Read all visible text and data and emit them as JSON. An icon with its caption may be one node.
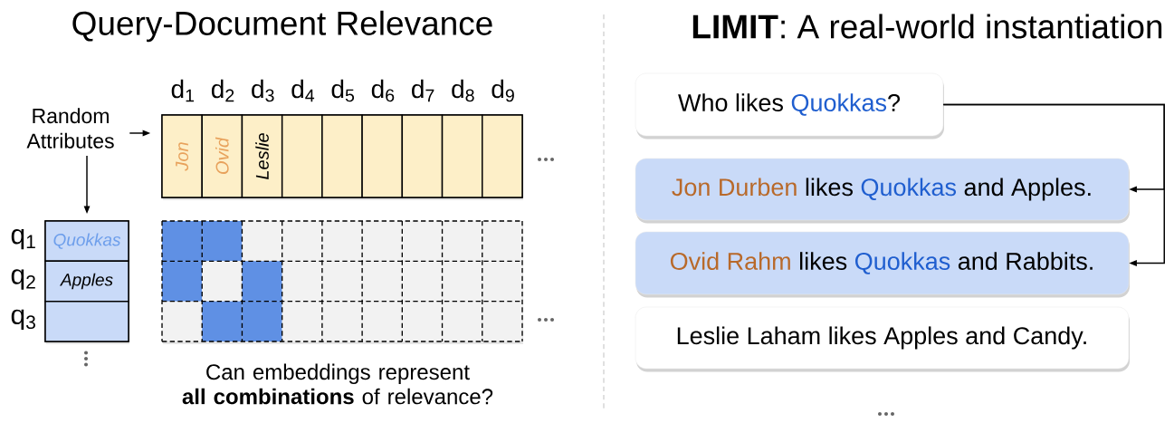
{
  "diagram": {
    "nodes": [
      {
        "text": [
          "Random Attributes"
        ]
      },
      {
        "text": [],
        "shape": "box"
      },
      {
        "text": [
          "Jon"
        ],
        "in": 1,
        "beside": [
          "d$_{1}$"
        ]
      },
      {
        "text": [
          "Ovid"
        ],
        "in": 1,
        "beside": [
          "d$_{2}$"
        ]
      },
      {
        "text": [
          "Leslie"
        ],
        "in": 1,
        "beside": [
          "d$_{3}$"
        ]
      },
      {
        "text": [],
        "shape": "box",
        "in": 1,
        "beside": [
          "d$_{4}$"
        ]
      },
      {
        "text": [],
        "shape": "box",
        "in": 1,
        "beside": [
          "d$_{5}$"
        ]
      },
      {
        "text": [],
        "shape": "box",
        "in": 1,
        "beside": [
          "d$_{6}$"
        ]
      },
      {
        "text": [],
        "shape": "box",
        "in": 1,
        "beside": [
          "d$_{7}$"
        ]
      },
      {
        "text": [],
        "shape": "box",
        "in": 1,
        "beside": [
          "d$_{8}$"
        ]
      },
      {
        "text": [],
        "shape": "box",
        "in": 1,
        "beside": [
          "d$_{9}$"
        ]
      },
      {
        "text": [],
        "shape": "box"
      },
      {
        "text": [
          "Quokkas"
        ],
        "in": 11,
        "beside": [
          "q$_{1}$"
        ]
      },
      {
        "text": [
          "Apples"
        ],
        "in": 11,
        "beside": [
          "q$_{2}$"
        ]
      },
      {
        "text": [],
        "shape": "box",
        "in": 11,
        "beside": [
          "q$_{3}$"
        ]
      },
      {
        "text": [
          "Who likes Quokkas?"
        ]
      },
      {
        "text": [
          "Jon Durben likes Quokkas and Apples."
        ]
      },
      {
        "text": [
          "Ovid Rahm likes Quokkas and Rabbits."
        ]
      },
      {
        "text": [
          "Leslie Laham likes Apples and Candy."
        ]
      }
    ],
    "edges": [
      {
        "from": 0,
        "to": 1,
        "arrow": "to"
      },
      {
        "from": 0,
        "to": 11,
        "arrow": "to"
      },
      {
        "from": 15,
        "to": 16,
        "arrow": "to"
      },
      {
        "from": 15,
        "to": 17,
        "arrow": "to"
      }
    ],
    "labels": [
      "Query-Document Relevance",
      "**LIMIT**: A real-world instantiation",
      "Can embeddings represent **all combinations** of relevance?"
    ]
  }
}
